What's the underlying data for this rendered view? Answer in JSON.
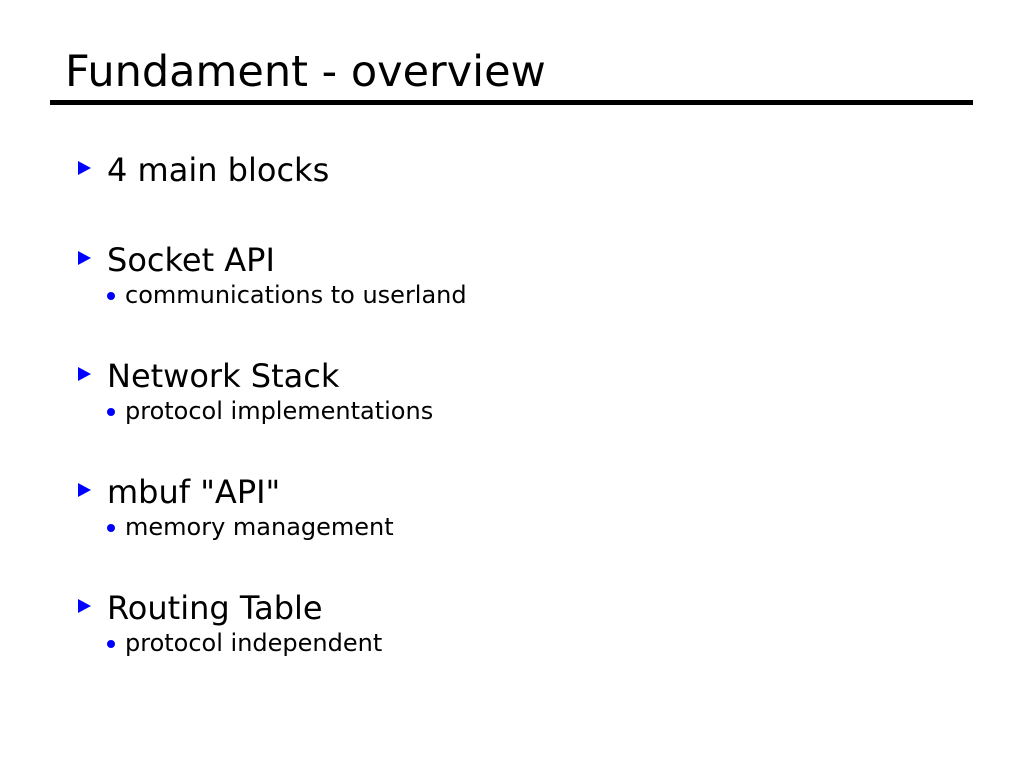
{
  "slide": {
    "title": "Fundament - overview",
    "background_color": "#ffffff",
    "title_color": "#000000",
    "rule_color": "#000000",
    "bullet_color": "#0000ff",
    "text_color": "#000000",
    "markers": {
      "level1": "triangle-right-marker",
      "level2": "dot-marker"
    },
    "items": [
      {
        "label": "4 main blocks",
        "level": 1,
        "sub": []
      },
      {
        "label": "Socket API",
        "level": 1,
        "sub": [
          {
            "label": "communications to userland",
            "level": 2
          }
        ]
      },
      {
        "label": "Network Stack",
        "level": 1,
        "sub": [
          {
            "label": "protocol implementations",
            "level": 2
          }
        ]
      },
      {
        "label": "mbuf \"API\"",
        "level": 1,
        "sub": [
          {
            "label": "memory management",
            "level": 2
          }
        ]
      },
      {
        "label": "Routing Table",
        "level": 1,
        "sub": [
          {
            "label": "protocol independent",
            "level": 2
          }
        ]
      }
    ]
  }
}
